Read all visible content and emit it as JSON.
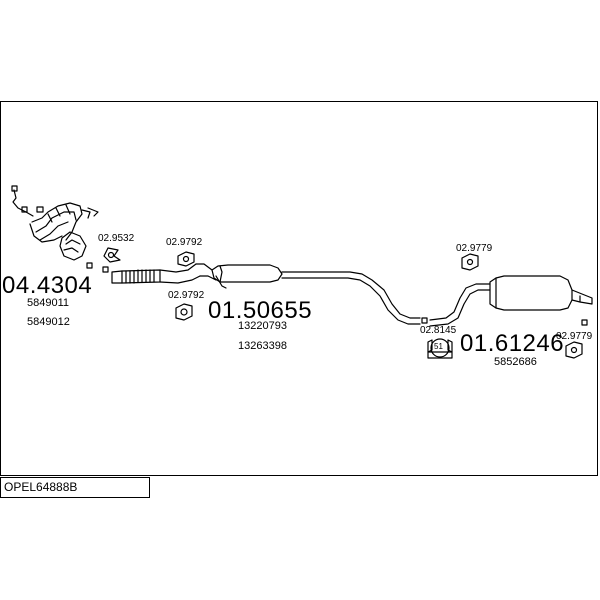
{
  "diagram": {
    "code": "OPEL64888B",
    "parts": [
      {
        "number": "04.4304",
        "refs": [
          "5849011",
          "5849012"
        ]
      },
      {
        "number": "01.50655",
        "refs": [
          "13220793",
          "13263398"
        ]
      },
      {
        "number": "01.61246",
        "refs": [
          "5852686"
        ]
      }
    ],
    "fittings": [
      "02.9532",
      "02.9792",
      "02.9792",
      "02.9779",
      "02.8145",
      "02.9779"
    ],
    "clamp_text": "51"
  }
}
